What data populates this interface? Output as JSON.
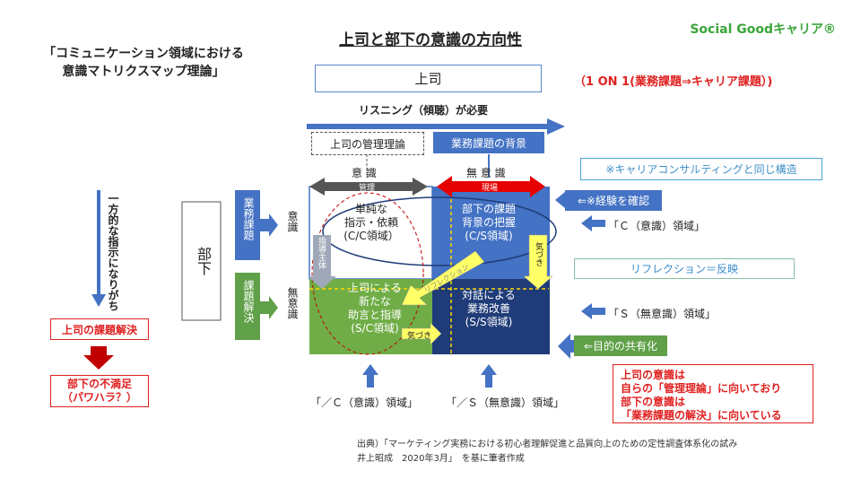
{
  "brand": "Social Goodキャリア®",
  "title": "上司と部下の意識の方向性",
  "theory_lines": [
    "「コミュニケーション領域における",
    "意識マトリクスマップ理論」"
  ],
  "boss_label": "上司",
  "one_on_one": "（1 ON 1(業務課題⇒キャリア課題）)",
  "listening": "リスニング（傾聴）が必要",
  "mgmt_theory": "上司の管理理論",
  "work_background": "業務課題の背景",
  "conscious_top": "意 識",
  "kanri": "管理",
  "unconscious_top": "無 意 識",
  "genba": "現場",
  "career_note": "※キャリアコンサルティングと同じ構造",
  "exp_confirm": "⇐※経験を確認",
  "c_domain": "「Ｃ（意識）領域」",
  "reflection": "リフレクション＝反映",
  "s_domain": "「Ｓ（無意識）領域」",
  "purpose_share": "⇐目的の共有化",
  "q_cc": [
    "単純な",
    "指示・依頼",
    "(C/C領域）"
  ],
  "q_cs": [
    "部下の課題",
    "背景の把握",
    "(C/S領域)"
  ],
  "q_sc": [
    "上司による",
    "新たな",
    "助言と指導",
    "(S/C領域)"
  ],
  "q_ss": [
    "対話による",
    "業務改善",
    "(S/S領域)"
  ],
  "shido_shutai": "指導主体",
  "kizuki": "気づき",
  "kizuki2": "気づき",
  "riflection_small": "リフレクション",
  "row_conscious": "意識",
  "row_unconscious": "無意識",
  "work_issue": "業務課題",
  "issue_solution": "課題解決",
  "subordinate": "部下",
  "one_way": "一方的な指示になりがち",
  "boss_solution": "上司の課題解決",
  "dissatisfaction": [
    "部下の不満足",
    "（パワハラ？）"
  ],
  "c_bottom": "「／Ｃ（意識）領域」",
  "s_bottom": "「／Ｓ（無意識）領域」",
  "conclusion": [
    "上司の意識は",
    "自らの「管理理論」に向いており",
    "部下の意識は",
    "「業務課題の解決」に向いている"
  ],
  "source": [
    "出典）「マーケティング実務における初心者理解促進と品質向上のための定性調査体系化の試み",
    "井上昭成　2020年3月」　を基に筆者作成"
  ],
  "colors": {
    "blue": "#4472c4",
    "navy": "#1f3c78",
    "green": "#70ad47",
    "red": "#e02020",
    "darkgreen": "#5fa048"
  }
}
